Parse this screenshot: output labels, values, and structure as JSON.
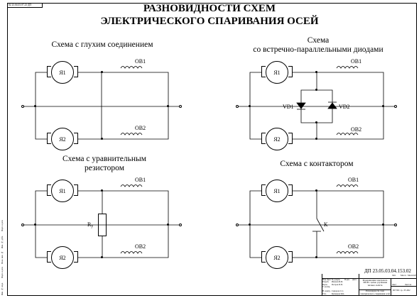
{
  "header": {
    "line1": "РАЗНОВИДНОСТИ СХЕМ",
    "line2": "ЭЛЕКТРИЧЕСКОГО СПАРИВАНИЯ ОСЕЙ",
    "corner_stamp": "02  23.04.03.07.23  ДП"
  },
  "schemes": [
    {
      "title_lines": [
        "Схема с глухим соединением"
      ],
      "motor_top": "Я1",
      "motor_bottom": "Я2",
      "ob_top": "OB1",
      "ob_bottom": "OB2"
    },
    {
      "title_lines": [
        "Схема",
        "со встречно-параллельными диодами"
      ],
      "motor_top": "Я1",
      "motor_bottom": "Я2",
      "ob_top": "OB1",
      "ob_bottom": "OB2",
      "diode_left": "VD1",
      "diode_right": "VD2"
    },
    {
      "title_lines": [
        "Схема с уравнительным",
        "резистором"
      ],
      "motor_top": "Я1",
      "motor_bottom": "Я2",
      "ob_top": "OB1",
      "ob_bottom": "OB2",
      "resistor_label": "R",
      "resistor_sub": "у"
    },
    {
      "title_lines": [
        "Схема с контактором"
      ],
      "motor_top": "Я1",
      "motor_bottom": "Я2",
      "ob_top": "OB1",
      "ob_bottom": "OB2",
      "contactor_label": "К"
    }
  ],
  "document_number": "ДП 23.05.03.04.153.02",
  "title_block": {
    "col_heads": [
      "Изм.",
      "Лист",
      "№ докум.",
      "Подп.",
      "Дата"
    ],
    "roles": [
      "Разраб.",
      "Пров.",
      "Т. контр.",
      "Н. контр.",
      "Утв."
    ],
    "names": [
      "Иванов И.И.",
      "Петров П.П.",
      "",
      "Сидоров С.С.",
      "Кузнецов К.К."
    ],
    "description": "Модернизация электровоза ЭП1М с целью улучшения тяговых свойств",
    "sheet_title": "Разновидности схем электрического спаривания осей",
    "lit_head": "Лит.",
    "mass_head": "Масса",
    "scale_head": "Масштаб",
    "sheet_label": "Лист",
    "sheets_label": "Листов",
    "org": "ПГУПС гр. ЭТ-902"
  },
  "side_fields": [
    "Инв. № подл.",
    "Подп. и дата",
    "Взам. инв. №",
    "Инв. № дубл.",
    "Подп. и дата"
  ]
}
